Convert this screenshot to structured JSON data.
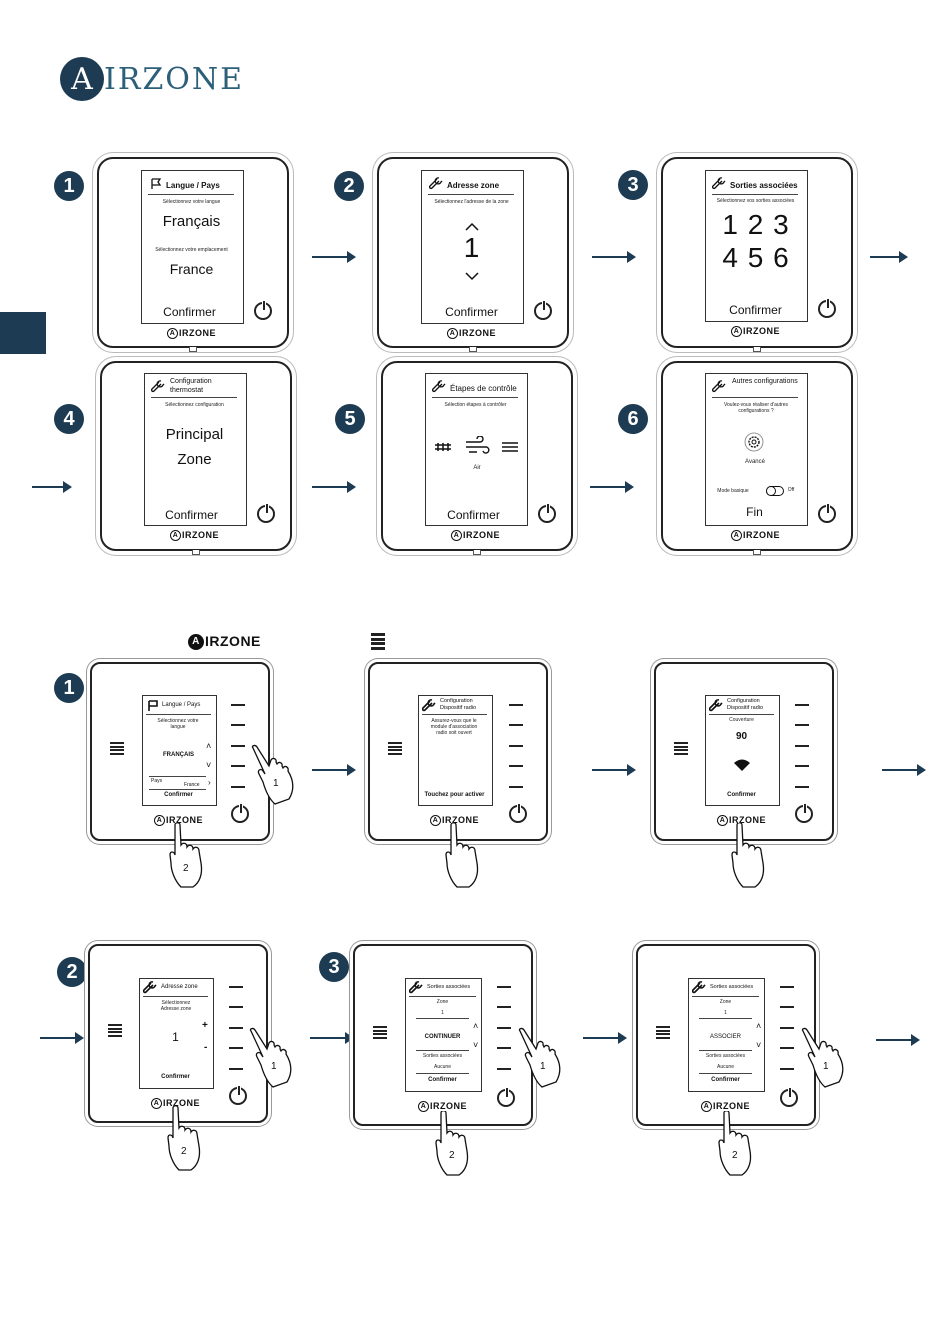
{
  "header": {
    "logo_letter": "A",
    "logo_text": "IRZONE"
  },
  "brand_small": "IRZONE",
  "colors": {
    "primary": "#1d3b52",
    "logo_text": "#2c5f7a"
  },
  "think_steps": [
    {
      "num": "1",
      "title": "Langue / Pays",
      "icon": "flag-icon",
      "sub1": "Sélectionnez votre langue",
      "value1": "Français",
      "sub2": "Sélectionnez votre emplacement",
      "value2": "France",
      "confirm": "Confirmer"
    },
    {
      "num": "2",
      "title": "Adresse zone",
      "icon": "wrench-icon",
      "sub1": "Sélectionnez l'adresse de la zone",
      "value1": "1",
      "confirm": "Confirmer"
    },
    {
      "num": "3",
      "title": "Sorties associées",
      "icon": "wrench-icon",
      "sub1": "Sélectionnez vos sorties associées",
      "row1": "1 2 3",
      "row2": "4 5 6",
      "confirm": "Confirmer"
    },
    {
      "num": "4",
      "title": "Configuration thermostat",
      "icon": "wrench-icon",
      "sub1": "Sélectionnez configuration",
      "value1": "Principal",
      "value2": "Zone",
      "confirm": "Confirmer"
    },
    {
      "num": "5",
      "title": "Étapes de contrôle",
      "icon": "wrench-icon",
      "sub1": "Sélection étapes à contrôler",
      "value1": "Air",
      "confirm": "Confirmer"
    },
    {
      "num": "6",
      "title": "Autres configurations",
      "icon": "wrench-icon",
      "sub1": "Voulez-vous réaliser d'autres configurations ?",
      "value1": "Avancé",
      "toggle_label": "Mode basique",
      "toggle_state": "Off",
      "confirm": "Fin"
    }
  ],
  "lite_row1": [
    {
      "num": "1",
      "title": "Langue / Pays",
      "icon": "flag-icon",
      "sub1": "Sélectionnez votre langue",
      "value1": "FRANÇAIS",
      "label2": "Pays",
      "value2": "France",
      "confirm": "Confirmer"
    },
    {
      "title": "Configuration Dispositif radio",
      "icon": "wrench-icon",
      "sub1": "Assurez-vous que le module d'association radio soit ouvert",
      "confirm": "Touchez pour activer"
    },
    {
      "title": "Configuration Dispositif radio",
      "icon": "wrench-icon",
      "sub1": "Couverture",
      "value1": "90",
      "confirm": "Confirmer"
    }
  ],
  "lite_row2": [
    {
      "num": "2",
      "title": "Adresse zone",
      "icon": "wrench-icon",
      "sub1": "Sélectionnez Adresse zone",
      "value1": "1",
      "plus": "+",
      "minus": "-",
      "confirm": "Confirmer"
    },
    {
      "num": "3",
      "title": "Sorties associées",
      "icon": "wrench-icon",
      "sub1": "Zone",
      "value1": "1",
      "action": "CONTINUER",
      "label2": "Sorties associées",
      "value2": "Aucune",
      "confirm": "Confirmer"
    },
    {
      "title": "Sorties associées",
      "icon": "wrench-icon",
      "sub1": "Zone",
      "value1": "1",
      "action": "ASSOCIER",
      "label2": "Sorties associées",
      "value2": "Aucune",
      "confirm": "Confirmer"
    }
  ],
  "hand_labels": {
    "one": "1",
    "two": "2"
  }
}
